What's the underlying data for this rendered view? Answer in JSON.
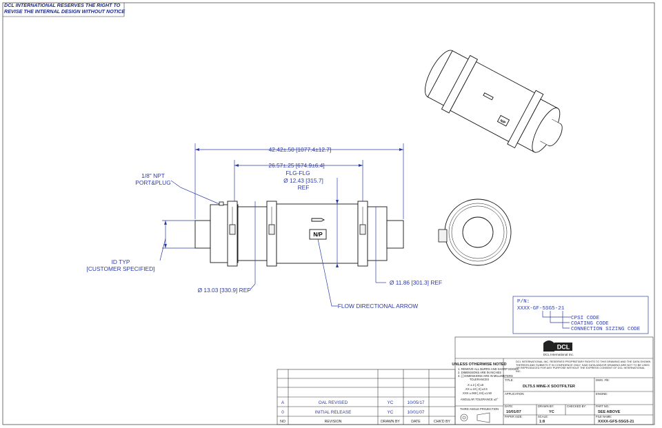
{
  "notice": {
    "line1": "DCL INTERNATIONAL RESERVES THE RIGHT TO",
    "line2": "REVISE THE INTERNAL DESIGN WITHOUT NOTICE"
  },
  "dimensions": {
    "overall": "42.42±.50 [1077.4±12.7]",
    "flange": "26.57±.25 [674.9±6.4]",
    "flange_label": "FLG-FLG",
    "body_dia": "Ø 12.43 [315.7]",
    "body_dia_ref": "REF",
    "npt_line1": "1/8\" NPT",
    "npt_line2": "PORT&PLUG",
    "id_line1": "ID TYP",
    "id_line2": "[CUSTOMER SPECIFIED]",
    "clamp_dia": "Ø 13.03 [330.9]  REF",
    "outlet_dia": "Ø 11.86 [301.3]  REF",
    "flow_arrow": "FLOW DIRECTIONAL ARROW",
    "np_label": "N/P"
  },
  "part_number": {
    "label": "P/N:",
    "value": "XXXX-GF-5SG5-21",
    "code1": "CPSI CODE",
    "code2": "COATING CODE",
    "code3": "CONNECTION SIZING CODE"
  },
  "title_block": {
    "company": "DCL International Inc.",
    "logo_text": "DCL",
    "proprietary": "DCL INTERNATIONAL INC. RESERVES PROPRIETARY RIGHTS TO THIS DRAWING AND THE DATA SHOWN THEREON AND SUBMITS IT IN CONFIDENCE ONLY. SAID DATA AND/OR DRAWING ARE NOT TO BE USED OR REPRODUCED FOR ANY PURPOSE WITHOUT THE EXPRESS CONSENT OF DCL INTERNATIONAL INC.",
    "unless_noted": "UNLESS OTHERWISE NOTED",
    "notes": [
      "1. REMOVE ALL BURRS AND SHARP EDGES",
      "2. DIMENSIONS ARE IN INCHES",
      "3. [ ] DIMENSIONS ARE IN MILLIMETERS",
      "TOLERANCES",
      ".X ±.2      [.X] ±5",
      ".XX ±.10    [.X] ±2.5",
      ".XXX ±.060  [.XX] ±1.50",
      "ANGULAR TOLERANCE ±2°"
    ],
    "projection": "THIRD ANGLE PROJECTION",
    "title_label": "TITLE:",
    "title": "DLT5.5 MINE-X SOOTFILTER",
    "dwg_label": "DWG. #/E:",
    "application_label": "APPLICATION:",
    "engine_label": "ENGINE:",
    "date_label": "DATE:",
    "date": "10/01/07",
    "drawn_label": "DRAWN BY:",
    "drawn": "YC",
    "checked_label": "CHECKED BY:",
    "checked": "",
    "partno_label": "PART NO.:",
    "partno": "SEE ABOVE",
    "paper_label": "PAPER SIZE:",
    "scale_label": "SCALE:",
    "scale": "1:8",
    "filename_label": "FILE NAME:",
    "filename": "XXXX-GFS-5SG5-21"
  },
  "revisions": {
    "headers": [
      "NO",
      "REVISION",
      "DRAWN BY",
      "DATE",
      "CHK'D BY"
    ],
    "rows": [
      {
        "no": "A",
        "revision": "OAL REVISED",
        "drawn": "YC",
        "date": "10/05/17",
        "chk": ""
      },
      {
        "no": "0",
        "revision": "INITIAL RELEASE",
        "drawn": "YC",
        "date": "10/01/07",
        "chk": ""
      }
    ]
  }
}
